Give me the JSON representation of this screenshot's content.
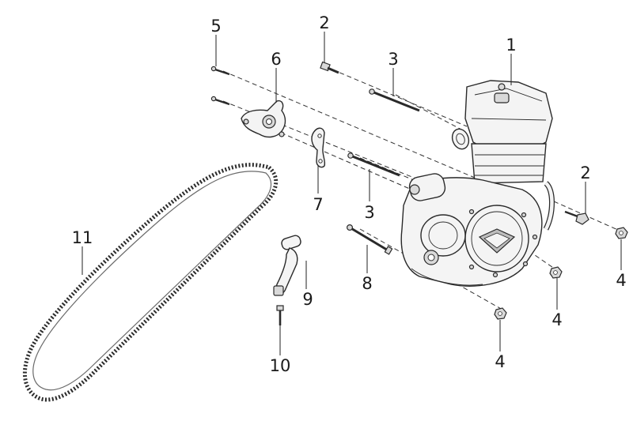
{
  "callouts": {
    "c1": "1",
    "c2a": "2",
    "c2b": "2",
    "c3a": "3",
    "c3b": "3",
    "c4a": "4",
    "c4b": "4",
    "c4c": "4",
    "c5": "5",
    "c6": "6",
    "c7": "7",
    "c8": "8",
    "c9": "9",
    "c10": "10",
    "c11": "11"
  }
}
